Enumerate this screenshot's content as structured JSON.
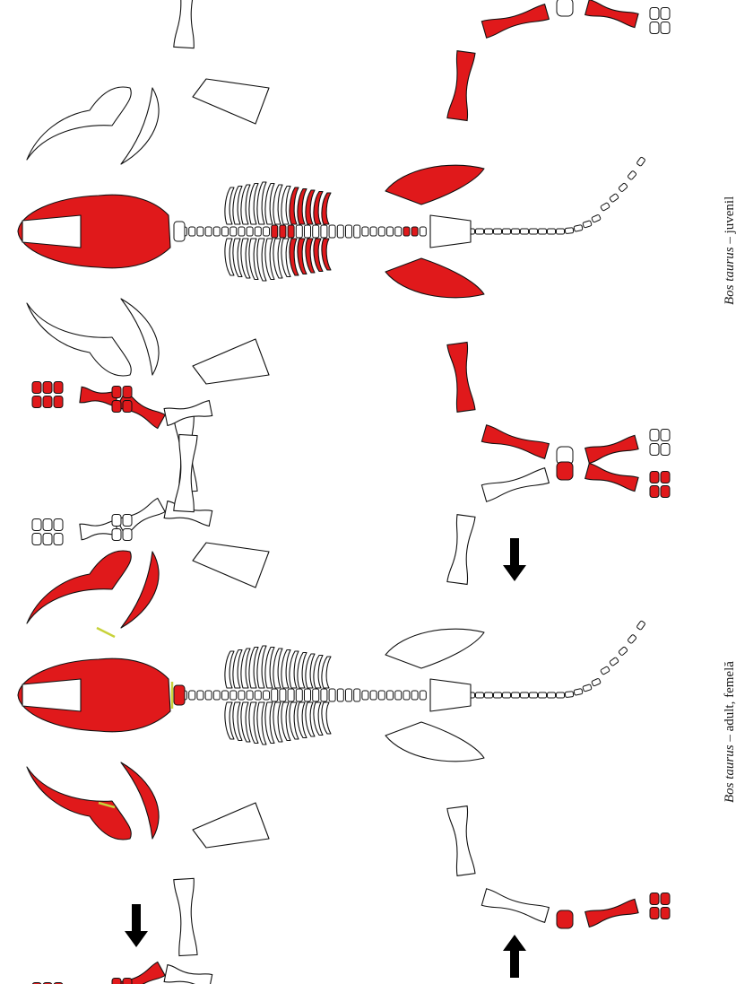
{
  "colors": {
    "preserved": "#e0191b",
    "outline": "#111111",
    "measure": "#c8d23a",
    "arrow": "#000000"
  },
  "captions": {
    "top": {
      "species": "Bos taurus",
      "detail": "– juvenil"
    },
    "bottom": {
      "species": "Bos taurus",
      "detail": "– adult, femelă"
    }
  }
}
